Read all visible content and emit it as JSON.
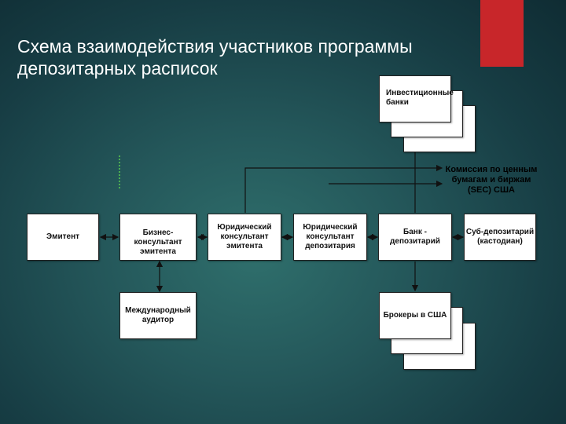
{
  "slide": {
    "title": "Схема взаимодействия участников программы депозитарных расписок"
  },
  "diagram": {
    "nodes": {
      "issuer": "Эмитент",
      "business_consultant": "Бизнес-консультант эмитента",
      "legal_consultant_issuer": "Юридический консультант эмитента",
      "legal_consultant_depositary": "Юридический консультант депозитария",
      "depositary_bank": "Банк - депозитарий",
      "sub_depositary": "Суб-депозитарий (кастодиан)",
      "international_auditor": "Международный аудитор",
      "investment_banks": "Инвестиционные банки",
      "us_brokers": "Брокеры в США"
    },
    "sec_label": {
      "line1": "Комиссия по ценным",
      "line2": "бумагам и биржам",
      "line3": "(SEC) США"
    }
  },
  "colors": {
    "accent": "#c8262a",
    "node_fill": "#ffffff",
    "connector": "#111111"
  }
}
